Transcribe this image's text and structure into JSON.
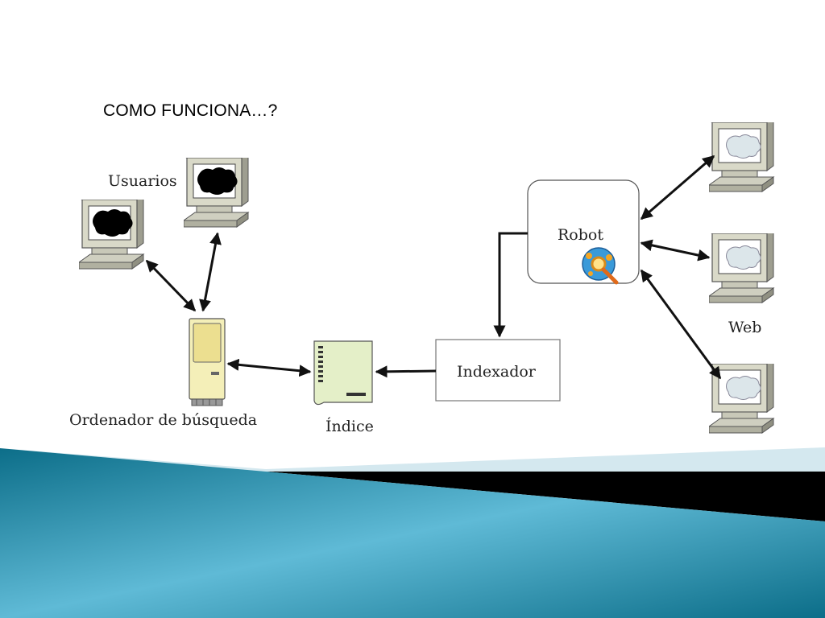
{
  "slide": {
    "title": "COMO FUNCIONA…?"
  },
  "diagram": {
    "nodes": {
      "usuarios": "Usuarios",
      "ordenador": "Ordenador de búsqueda",
      "indice": "Índice",
      "indexador": "Indexador",
      "robot": "Robot",
      "web": "Web"
    }
  },
  "theme": {
    "band_dark": "#0c6e89",
    "band_light": "#5fbad6",
    "band_pale": "#d4e8ef",
    "stripe": "#000000"
  }
}
